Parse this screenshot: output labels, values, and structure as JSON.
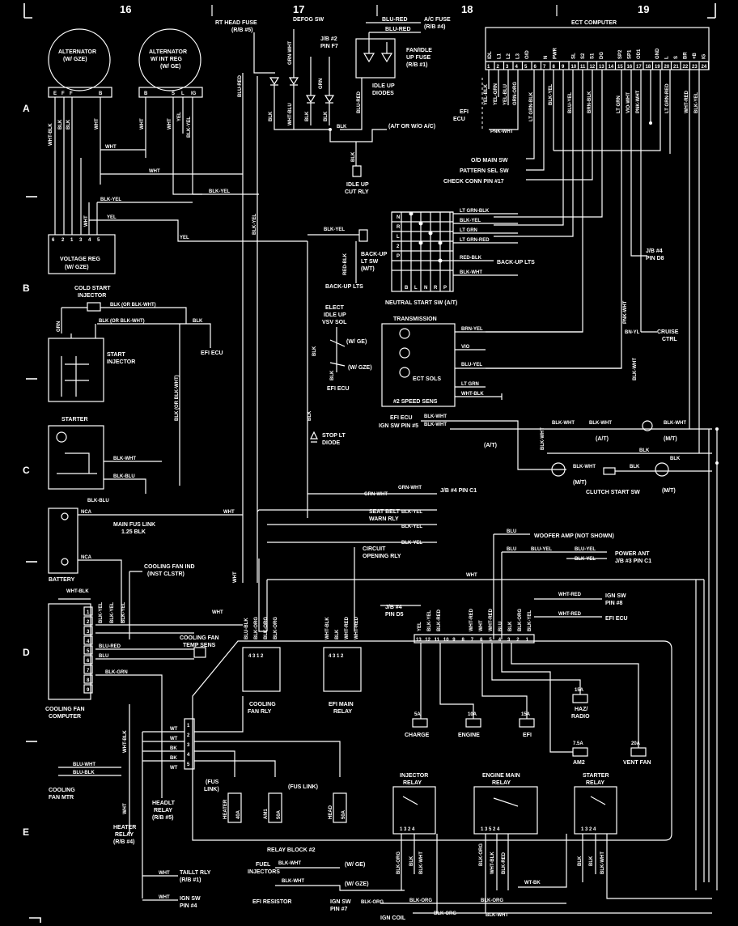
{
  "grid": {
    "columns": [
      "16",
      "17",
      "18",
      "19"
    ],
    "rows": [
      "A",
      "B",
      "C",
      "D",
      "E"
    ]
  },
  "labels": {
    "alternator_gze": "ALTERNATOR",
    "alternator_gze_sub": "(W/ GZE)",
    "alternator_int": "ALTERNATOR",
    "alternator_int_sub": "W/ INT REG",
    "alternator_int_sub2": "(W/ GE)",
    "rt_head_fuse": "RT HEAD FUSE",
    "rt_head_fuse_sub": "(R/B #5)",
    "defog_sw": "DEFOG SW",
    "jb2_pin_f7": "J/B #2",
    "jb2_pin_f7_sub": "PIN F7",
    "ac_fuse": "A/C FUSE",
    "ac_fuse_sub": "(R/B #4)",
    "fan_idle_fuse": "FAN/IDLE",
    "fan_idle_fuse_sub": "UP FUSE",
    "fan_idle_fuse_sub2": "(R/B #1)",
    "idle_up_diodes": "IDLE UP",
    "idle_up_diodes_sub": "DIODES",
    "at_or_wo_ac": "(A/T OR W/O A/C)",
    "idle_up_cut_rly": "IDLE UP",
    "idle_up_cut_rly_sub": "CUT RLY",
    "ect_computer": "ECT COMPUTER",
    "efi_ecu": "EFI",
    "efi_ecu_sub": "ECU",
    "od_main_sw": "O/D MAIN SW",
    "pattern_sel_sw": "PATTERN SEL SW",
    "check_conn": "CHECK CONN PIN #17",
    "voltage_reg": "VOLTAGE REG",
    "voltage_reg_sub": "(W/ GZE)",
    "back_up_lt_sw": "BACK-UP",
    "back_up_lt_sw_sub": "LT SW",
    "back_up_lt_sw_sub2": "(M/T)",
    "back_up_lts": "BACK-UP LTS",
    "back_up_lts_right": "BACK-UP LTS",
    "neutral_start_sw": "NEUTRAL START SW (A/T)",
    "jb4_pin_d8": "J/B #4",
    "jb4_pin_d8_sub": "PIN D8",
    "cold_start_injector": "COLD START",
    "cold_start_injector_sub": "INJECTOR",
    "start_injector": "START",
    "start_injector_sub": "INJECTOR",
    "efi_ecu_2": "EFI ECU",
    "elect_idle_up": "ELECT",
    "elect_idle_up_sub": "IDLE UP",
    "elect_idle_up_sub2": "VSV SOL",
    "w_ge": "(W/ GE)",
    "w_gze": "(W/ GZE)",
    "efi_ecu_3": "EFI ECU",
    "transmission": "TRANSMISSION",
    "ect_sols": "ECT SOLS",
    "speed_sens": "#2 SPEED SENS",
    "cruise_ctrl": "CRUISE",
    "cruise_ctrl_sub": "CTRL",
    "starter": "STARTER",
    "stop_lt_diode": "STOP LT",
    "stop_lt_diode_sub": "DIODE",
    "efi_ecu_4": "EFI ECU",
    "ign_sw_pin5": "IGN SW PIN #5",
    "at": "(A/T)",
    "mt": "(M/T)",
    "clutch_start_sw": "CLUTCH START SW",
    "jb4_pin_c1": "J/B #4 PIN C1",
    "main_fus_link": "MAIN FUS LINK",
    "main_fus_link_sub": "1.25 BLK",
    "battery": "BATTERY",
    "seat_belt_warn": "SEAT BELT",
    "seat_belt_warn_sub": "WARN RLY",
    "woofer_amp": "WOOFER AMP (NOT SHOWN)",
    "power_ant": "POWER ANT",
    "jb3_pin_c1": "J/B #3 PIN C1",
    "circuit_opening_rly": "CIRCUIT",
    "circuit_opening_rly_sub": "OPENING RLY",
    "cooling_fan_ind": "COOLING FAN IND",
    "cooling_fan_ind_sub": "(INST CLSTR)",
    "cooling_fan_temp_sens": "COOLING FAN",
    "cooling_fan_temp_sens_sub": "TEMP SENS",
    "cooling_fan_computer": "COOLING FAN",
    "cooling_fan_computer_sub": "COMPUTER",
    "jb4_pin_d5": "J/B #4",
    "jb4_pin_d5_sub": "PIN D5",
    "ign_sw_pin8": "IGN SW",
    "ign_sw_pin8_sub": "PIN #8",
    "efi_ecu_5": "EFI ECU",
    "cooling_fan_rly": "COOLING",
    "cooling_fan_rly_sub": "FAN RLY",
    "efi_main_relay": "EFI MAIN",
    "efi_main_relay_sub": "RELAY",
    "charge": "CHARGE",
    "engine": "ENGINE",
    "efi": "EFI",
    "haz_radio": "HAZ/",
    "haz_radio_sub": "RADIO",
    "am2": "AM2",
    "vent_fan": "VENT FAN",
    "cooling_fan_mtr": "COOLING",
    "cooling_fan_mtr_sub": "FAN MTR",
    "heater_relay": "HEATER",
    "heater_relay_sub": "RELAY",
    "heater_relay_sub2": "(R/B #4)",
    "headlt_relay": "HEADLT",
    "headlt_relay_sub": "RELAY",
    "headlt_relay_sub2": "(R/B #5)",
    "fus_link": "(FUS",
    "fus_link_sub": "LINK)",
    "fus_link_2": "(FUS LINK)",
    "heater": "HEATER",
    "am1": "AM1",
    "head": "HEAD",
    "injector_relay": "INJECTOR",
    "injector_relay_sub": "RELAY",
    "engine_main_relay": "ENGINE MAIN",
    "engine_main_relay_sub": "RELAY",
    "starter_relay": "STARTER",
    "starter_relay_sub": "RELAY",
    "relay_block_2": "RELAY BLOCK #2",
    "fuel_injectors": "FUEL",
    "fuel_injectors_sub": "INJECTORS",
    "efi_resistor": "EFI RESISTOR",
    "taillt_rly": "TAILLT RLY",
    "taillt_rly_sub": "(R/B #1)",
    "ign_sw_pin4": "IGN SW",
    "ign_sw_pin4_sub": "PIN #4",
    "ign_sw_pin7": "IGN SW",
    "ign_sw_pin7_sub": "PIN #7",
    "ign_coil": "IGN COIL"
  },
  "ect_pins": {
    "names": [
      "IDL",
      "L1",
      "L2",
      "L3",
      "O/D",
      "",
      "N",
      "PWR",
      "",
      "SL",
      "S2",
      "S1",
      "DG",
      "",
      "SP2",
      "SP1",
      "OD1",
      "",
      "GND",
      "L",
      "S",
      "BR",
      "+B",
      "IG"
    ],
    "numbers": [
      "1",
      "2",
      "3",
      "4",
      "5",
      "6",
      "7",
      "8",
      "9",
      "10",
      "11",
      "12",
      "13",
      "14",
      "15",
      "16",
      "17",
      "18",
      "19",
      "20",
      "21",
      "22",
      "23",
      "24"
    ]
  },
  "amps": {
    "charge": "5A",
    "engine": "10A",
    "efi": "15A",
    "haz": "15A",
    "am2": "7.5A",
    "vent": "20A",
    "heater": "40A",
    "am1": "50A",
    "head": "50A"
  },
  "wire_colors": {
    "wht_blk": "WHT-BLK",
    "blk": "BLK",
    "blu_red": "BLU-RED",
    "blu_red2": "BLU-RED",
    "grn_wht": "GRN-WHT",
    "wht_blu": "WHT-BLU",
    "grn": "GRN",
    "wht": "WHT",
    "blk_yel": "BLK-YEL",
    "yel": "YEL",
    "yel_blk": "YEL-BLK",
    "yel_grn": "YEL-GRN",
    "yel_blu": "YEL-BLU",
    "grn_org": "GRN-ORG",
    "pnk_wht": "PNK-WHT",
    "lt_grn_blk": "LT GRN-BLK",
    "blu_yel": "BLU-YEL",
    "blk_yel2": "BLK-YEL",
    "brn_blk": "BRN-BLK",
    "lt_grn": "LT GRN",
    "vio_wht": "VIO-WHT",
    "lt_grn_red": "LT GRN-RED",
    "red_blk": "RED-BLK",
    "blk_wht": "BLK-WHT",
    "brn_yel": "BRN-YEL",
    "vio": "VIO",
    "blu_yel2": "BLU-YEL",
    "lt_grn2": "LT GRN",
    "wht_blk2": "WHT-BLK",
    "blk_or_blk_wht": "BLK (OR BLK-WHT)",
    "blk_blu": "BLK-BLU",
    "blk_wht2": "BLK-WHT",
    "bn_yl": "BN-YL",
    "blu": "BLU",
    "wht_red": "WHT-RED",
    "blk_org": "BLK-ORG",
    "blk_grn": "BLK-GRN",
    "blu_wht": "BLU-WHT",
    "blu_blk": "BLU-BLK",
    "blk_red": "BLK-RED",
    "wt": "WT",
    "bk": "BK",
    "wt_bk": "WT-BK",
    "nca": "NCA",
    "sw_pins": "N R L 2 P"
  }
}
